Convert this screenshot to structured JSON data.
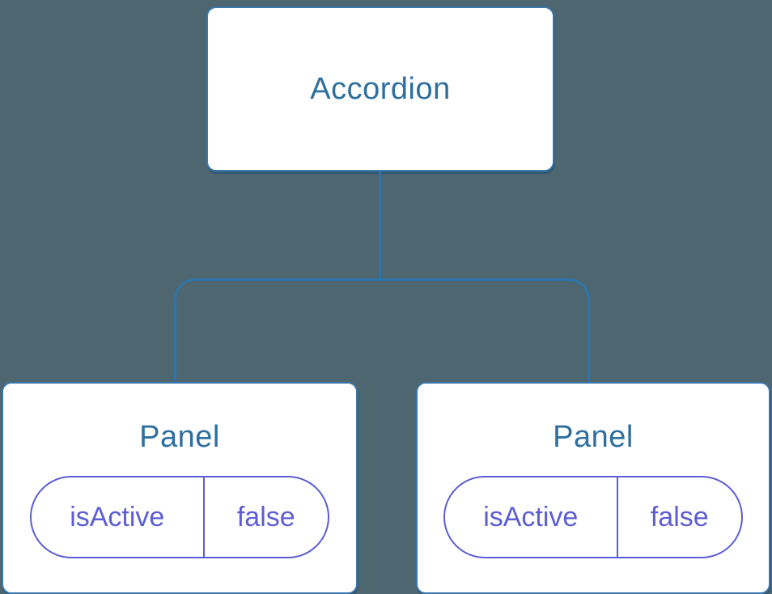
{
  "diagram": {
    "type": "component-tree",
    "root": {
      "label": "Accordion"
    },
    "children": [
      {
        "label": "Panel",
        "state": {
          "key": "isActive",
          "value": "false"
        }
      },
      {
        "label": "Panel",
        "state": {
          "key": "isActive",
          "value": "false"
        }
      }
    ],
    "colors": {
      "background": "#4d6670",
      "node_border": "#3b77ab",
      "node_fill": "#ffffff",
      "node_text": "#2e6f9f",
      "connector": "#2e74a8",
      "state_accent": "#5d5dd5"
    }
  }
}
